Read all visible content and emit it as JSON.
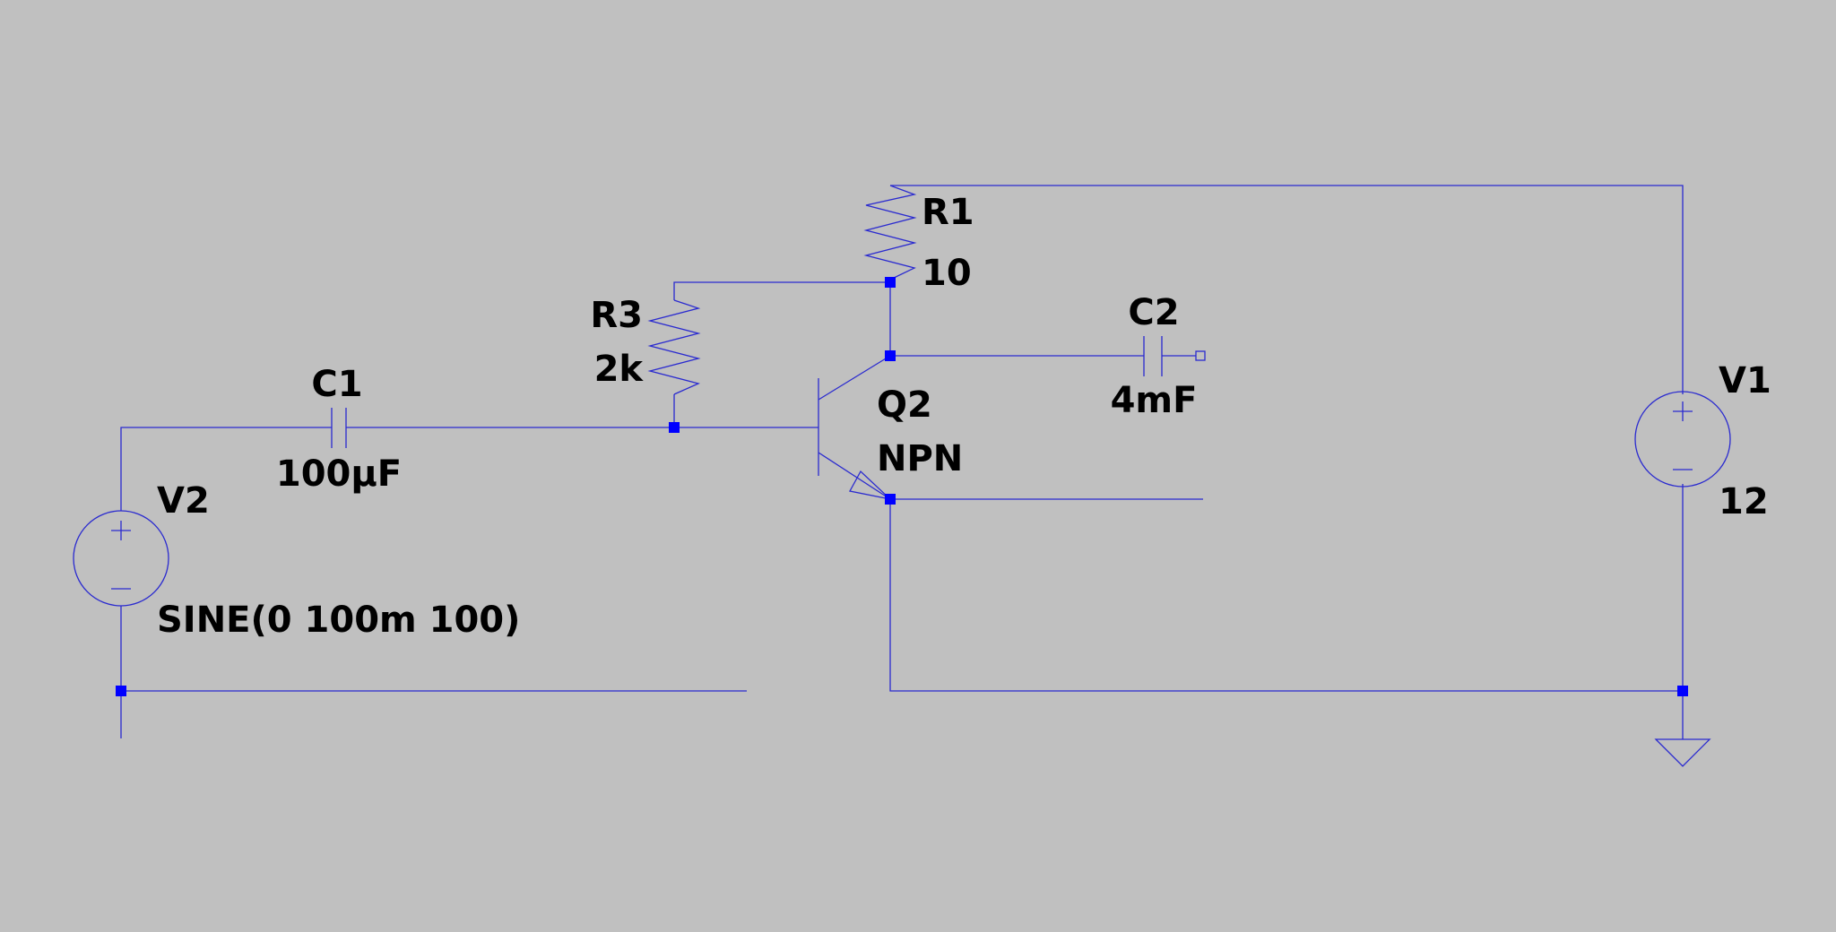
{
  "components": {
    "r1": {
      "ref": "R1",
      "value": "10"
    },
    "r3": {
      "ref": "R3",
      "value": "2k"
    },
    "c1": {
      "ref": "C1",
      "value": "100µF"
    },
    "c2": {
      "ref": "C2",
      "value": "4mF"
    },
    "q2": {
      "ref": "Q2",
      "value": "NPN"
    },
    "v1": {
      "ref": "V1",
      "value": "12"
    },
    "v2": {
      "ref": "V2",
      "value": "SINE(0 100m 100)"
    }
  },
  "colors": {
    "background": "#c0c0c0",
    "wire": "#2a2acf",
    "junction": "#0000ff",
    "label": "#000000"
  }
}
